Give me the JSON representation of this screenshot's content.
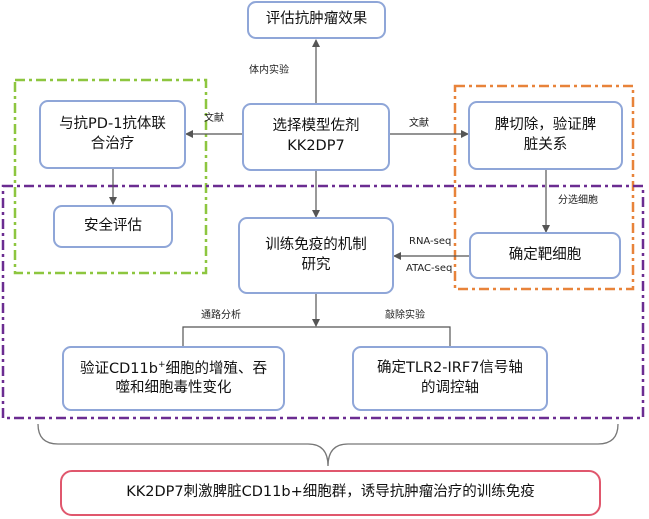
{
  "nodes": {
    "evaluate": "评估抗肿瘤效果",
    "select_line1": "选择模型佐剂",
    "select_line2": "KK2DP7",
    "combo_line1": "与抗PD-1抗体联",
    "combo_line2": "合治疗",
    "safety": "安全评估",
    "spleen_line1": "脾切除，验证脾",
    "spleen_line2": "脏关系",
    "target": "确定靶细胞",
    "mechanism_line1": "训练免疫的机制",
    "mechanism_line2": "研究",
    "verify_line1_pre": "验证CD11b",
    "verify_line1_sup": "+",
    "verify_line1_post": "细胞的增殖、吞",
    "verify_line2": "噬和细胞毒性变化",
    "tlr_line1": "确定TLR2-IRF7信号轴",
    "tlr_line2": "的调控轴",
    "final": "KK2DP7刺激脾脏CD11b+细胞群，诱导抗肿瘤治疗的训练免疫"
  },
  "edge_labels": {
    "in_vivo": "体内实验",
    "literature_left": "文献",
    "literature_right": "文献",
    "sorting": "分选细胞",
    "rna_seq": "RNA-seq",
    "atac_seq": "ATAC-seq",
    "pathway": "通路分析",
    "knockout": "敲除实验"
  },
  "colors": {
    "node_border": "#8fa6d8",
    "final_border": "#e0576d",
    "green_dash": "#8dc63f",
    "orange_dash": "#e8833a",
    "purple_dash": "#6b2c91",
    "arrow": "#555555"
  }
}
